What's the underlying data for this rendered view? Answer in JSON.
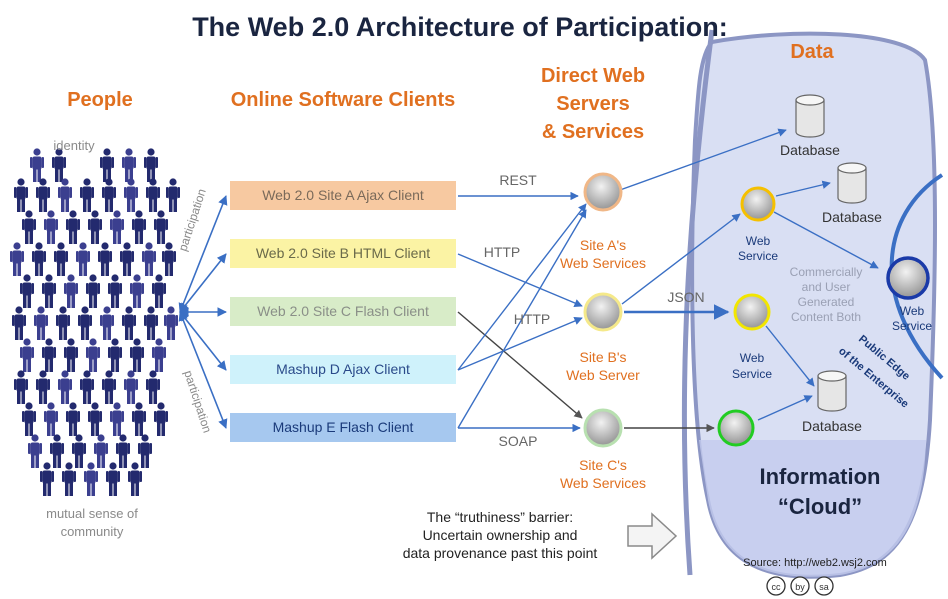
{
  "title": "The Web 2.0 Architecture of Participation:",
  "columns": {
    "people": "People",
    "clients": "Online Software Clients",
    "servers": [
      "Direct Web",
      "Servers",
      "& Services"
    ],
    "data": "Data"
  },
  "people_labels": {
    "identity": "identity",
    "participation_top": "participation",
    "participation_bottom": "participation",
    "community": [
      "mutual sense of",
      "community"
    ]
  },
  "clients": [
    {
      "label": "Web 2.0 Site A Ajax Client",
      "color": "#f7c9a1"
    },
    {
      "label": "Web 2.0 Site B HTML Client",
      "color": "#fbf3a4"
    },
    {
      "label": "Web 2.0 Site C Flash Client",
      "color": "#d8ecc8"
    },
    {
      "label": "Mashup D Ajax Client",
      "color": "#cff2fb"
    },
    {
      "label": "Mashup E Flash Client",
      "color": "#a6c8ef"
    }
  ],
  "protocols": {
    "rest": "REST",
    "http1": "HTTP",
    "http2": "HTTP",
    "soap": "SOAP",
    "json": "JSON"
  },
  "servers": [
    {
      "label": [
        "Site A's",
        "Web Services"
      ],
      "ring": "#f0b787"
    },
    {
      "label": [
        "Site B's",
        "Web Server"
      ],
      "ring": "#f5e98a"
    },
    {
      "label": [
        "Site C's",
        "Web Services"
      ],
      "ring": "#b8e0b0"
    }
  ],
  "data_nodes": {
    "db_top": "Database",
    "db_mid": "Database",
    "db_bottom": "Database",
    "ws_top": [
      "Web",
      "Service"
    ],
    "ws_mid": [
      "Web",
      "Service"
    ],
    "ws_edge": [
      "Web",
      "Service"
    ],
    "generated": [
      "Commercially",
      "and User",
      "Generated",
      "Content Both"
    ],
    "public_edge": [
      "Public Edge",
      "of the Enterprise"
    ],
    "cloud": [
      "Information",
      "“Cloud”"
    ]
  },
  "barrier": {
    "title": "The “truthiness” barrier:",
    "lines": [
      "Uncertain ownership and",
      "data provenance past this point"
    ]
  },
  "source": "Source: http://web2.wsj2.com",
  "license_icons": [
    "cc",
    "by",
    "sa"
  ],
  "colors": {
    "title": "#1a2540",
    "heading": "#e07020",
    "people": "#232a6e",
    "arrow": "#3a6fc4",
    "cloud_fill": "#d9dff3",
    "cloud_edge": "#8c96c4"
  }
}
